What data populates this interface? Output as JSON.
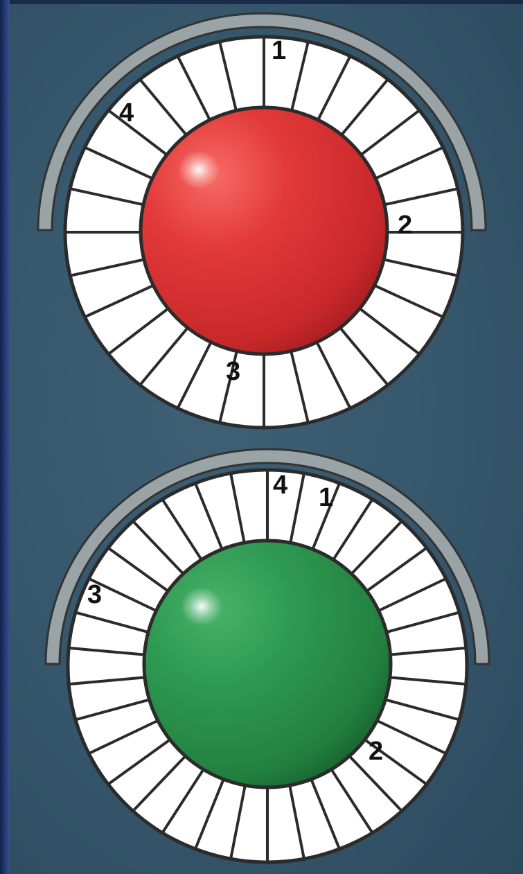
{
  "signals": [
    {
      "name": "red-signal",
      "lamp_color": "#e2393a",
      "lamp_dark": "#9c1a1c",
      "labels": [
        "1",
        "2",
        "3",
        "4"
      ]
    },
    {
      "name": "green-signal",
      "lamp_color": "#2f9a53",
      "lamp_dark": "#145b2c",
      "labels": [
        "4",
        "1",
        "3",
        "2"
      ]
    }
  ],
  "colors": {
    "panel": "#36566b",
    "visor": "#9aa3a6",
    "ring_fill": "#ffffff",
    "ring_lines": "#2b2b2b"
  }
}
